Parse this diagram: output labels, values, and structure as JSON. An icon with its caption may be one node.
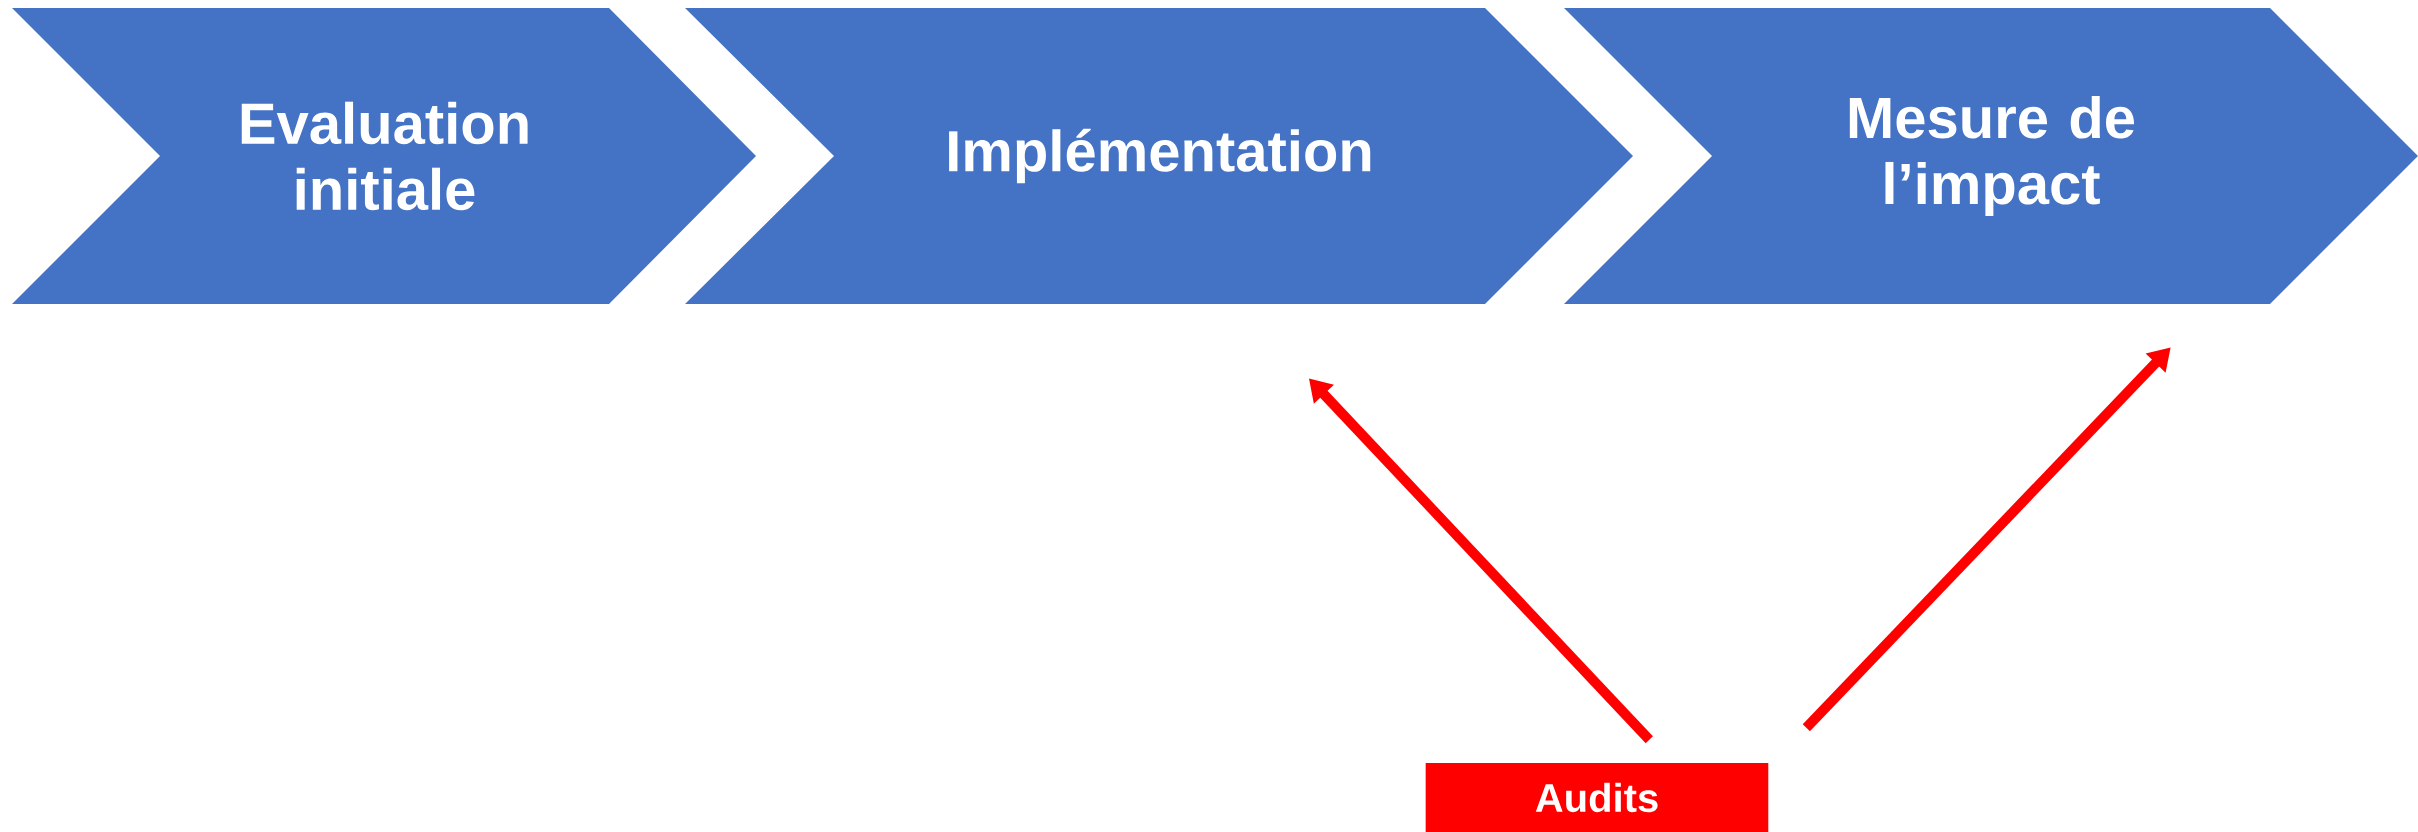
{
  "diagram": {
    "nodes": [
      {
        "text": [
          "Evaluation initiale"
        ]
      },
      {
        "text": [
          "Implémentation"
        ]
      },
      {
        "text": [
          "Mesure de l’impact"
        ]
      },
      {
        "text": [
          "Audits"
        ]
      }
    ],
    "edges": [
      {
        "from": 3,
        "to": 1,
        "arrow": "to"
      },
      {
        "from": 3,
        "to": 2,
        "arrow": "to"
      }
    ]
  }
}
